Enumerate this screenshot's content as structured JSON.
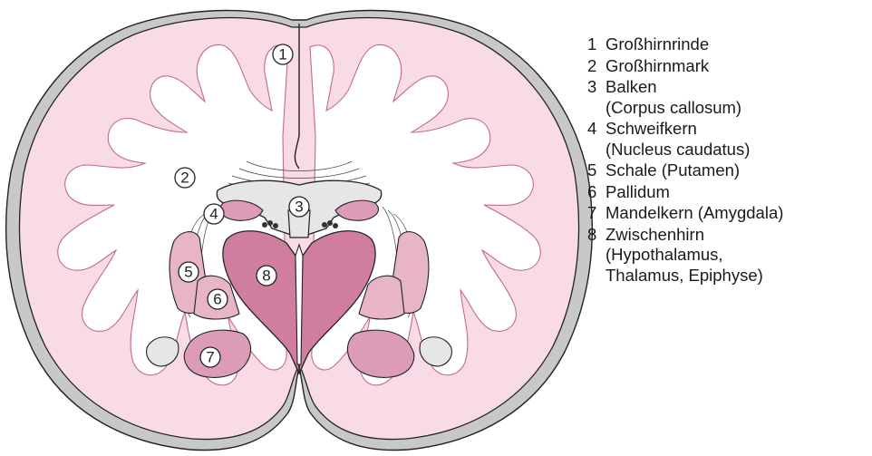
{
  "callouts": [
    "1",
    "2",
    "3",
    "4",
    "5",
    "6",
    "7",
    "8"
  ],
  "legend": [
    {
      "num": "1",
      "text": "Großhirnrinde",
      "sub": ""
    },
    {
      "num": "2",
      "text": "Großhirnmark",
      "sub": ""
    },
    {
      "num": "3",
      "text": "Balken",
      "sub": "(Corpus callosum)"
    },
    {
      "num": "4",
      "text": "Schweifkern",
      "sub": "(Nucleus caudatus)"
    },
    {
      "num": "5",
      "text": "Schale (Putamen)",
      "sub": ""
    },
    {
      "num": "6",
      "text": "Pallidum",
      "sub": ""
    },
    {
      "num": "7",
      "text": "Mandelkern (Amygdala)",
      "sub": ""
    },
    {
      "num": "8",
      "text": "Zwischenhirn",
      "sub": "(Hypothalamus,",
      "sub2": "Thalamus, Epiphyse)"
    }
  ],
  "colors": {
    "cortex": "#f8dbe6",
    "white_matter": "#ffffff",
    "meninges": "#c8c8c8",
    "ventricle": "#e6e6e6",
    "nuclei_light": "#e8b4c8",
    "nuclei_mid": "#dc9cb8",
    "diencephalon": "#cf7ea0",
    "outline": "#222222"
  }
}
